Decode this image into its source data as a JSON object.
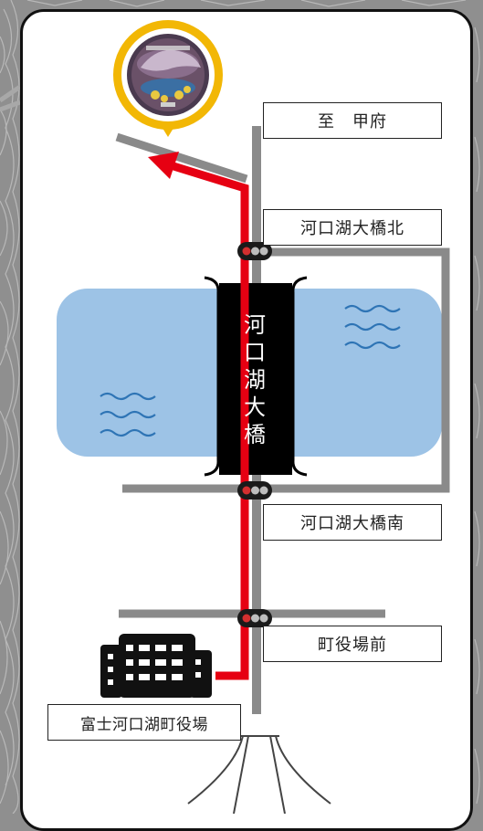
{
  "map": {
    "labels": {
      "to_kofu": "至　甲府",
      "north_intersection": "河口湖大橋北",
      "south_intersection": "河口湖大橋南",
      "town_office_front": "町役場前",
      "town_office": "富士河口湖町役場"
    },
    "bridge": {
      "name_chars": [
        "河",
        "口",
        "湖",
        "大",
        "橋"
      ]
    },
    "icons": [
      "manhole-cover-icon",
      "traffic-light-icon",
      "building-icon",
      "water-wave-icon",
      "tower-icon"
    ],
    "colors": {
      "route": "#e60012",
      "road": "#8a8a8a",
      "lake": "#9dc3e6",
      "wave": "#2e74b5",
      "pin": "#f2b705",
      "bridge": "#000000"
    }
  }
}
